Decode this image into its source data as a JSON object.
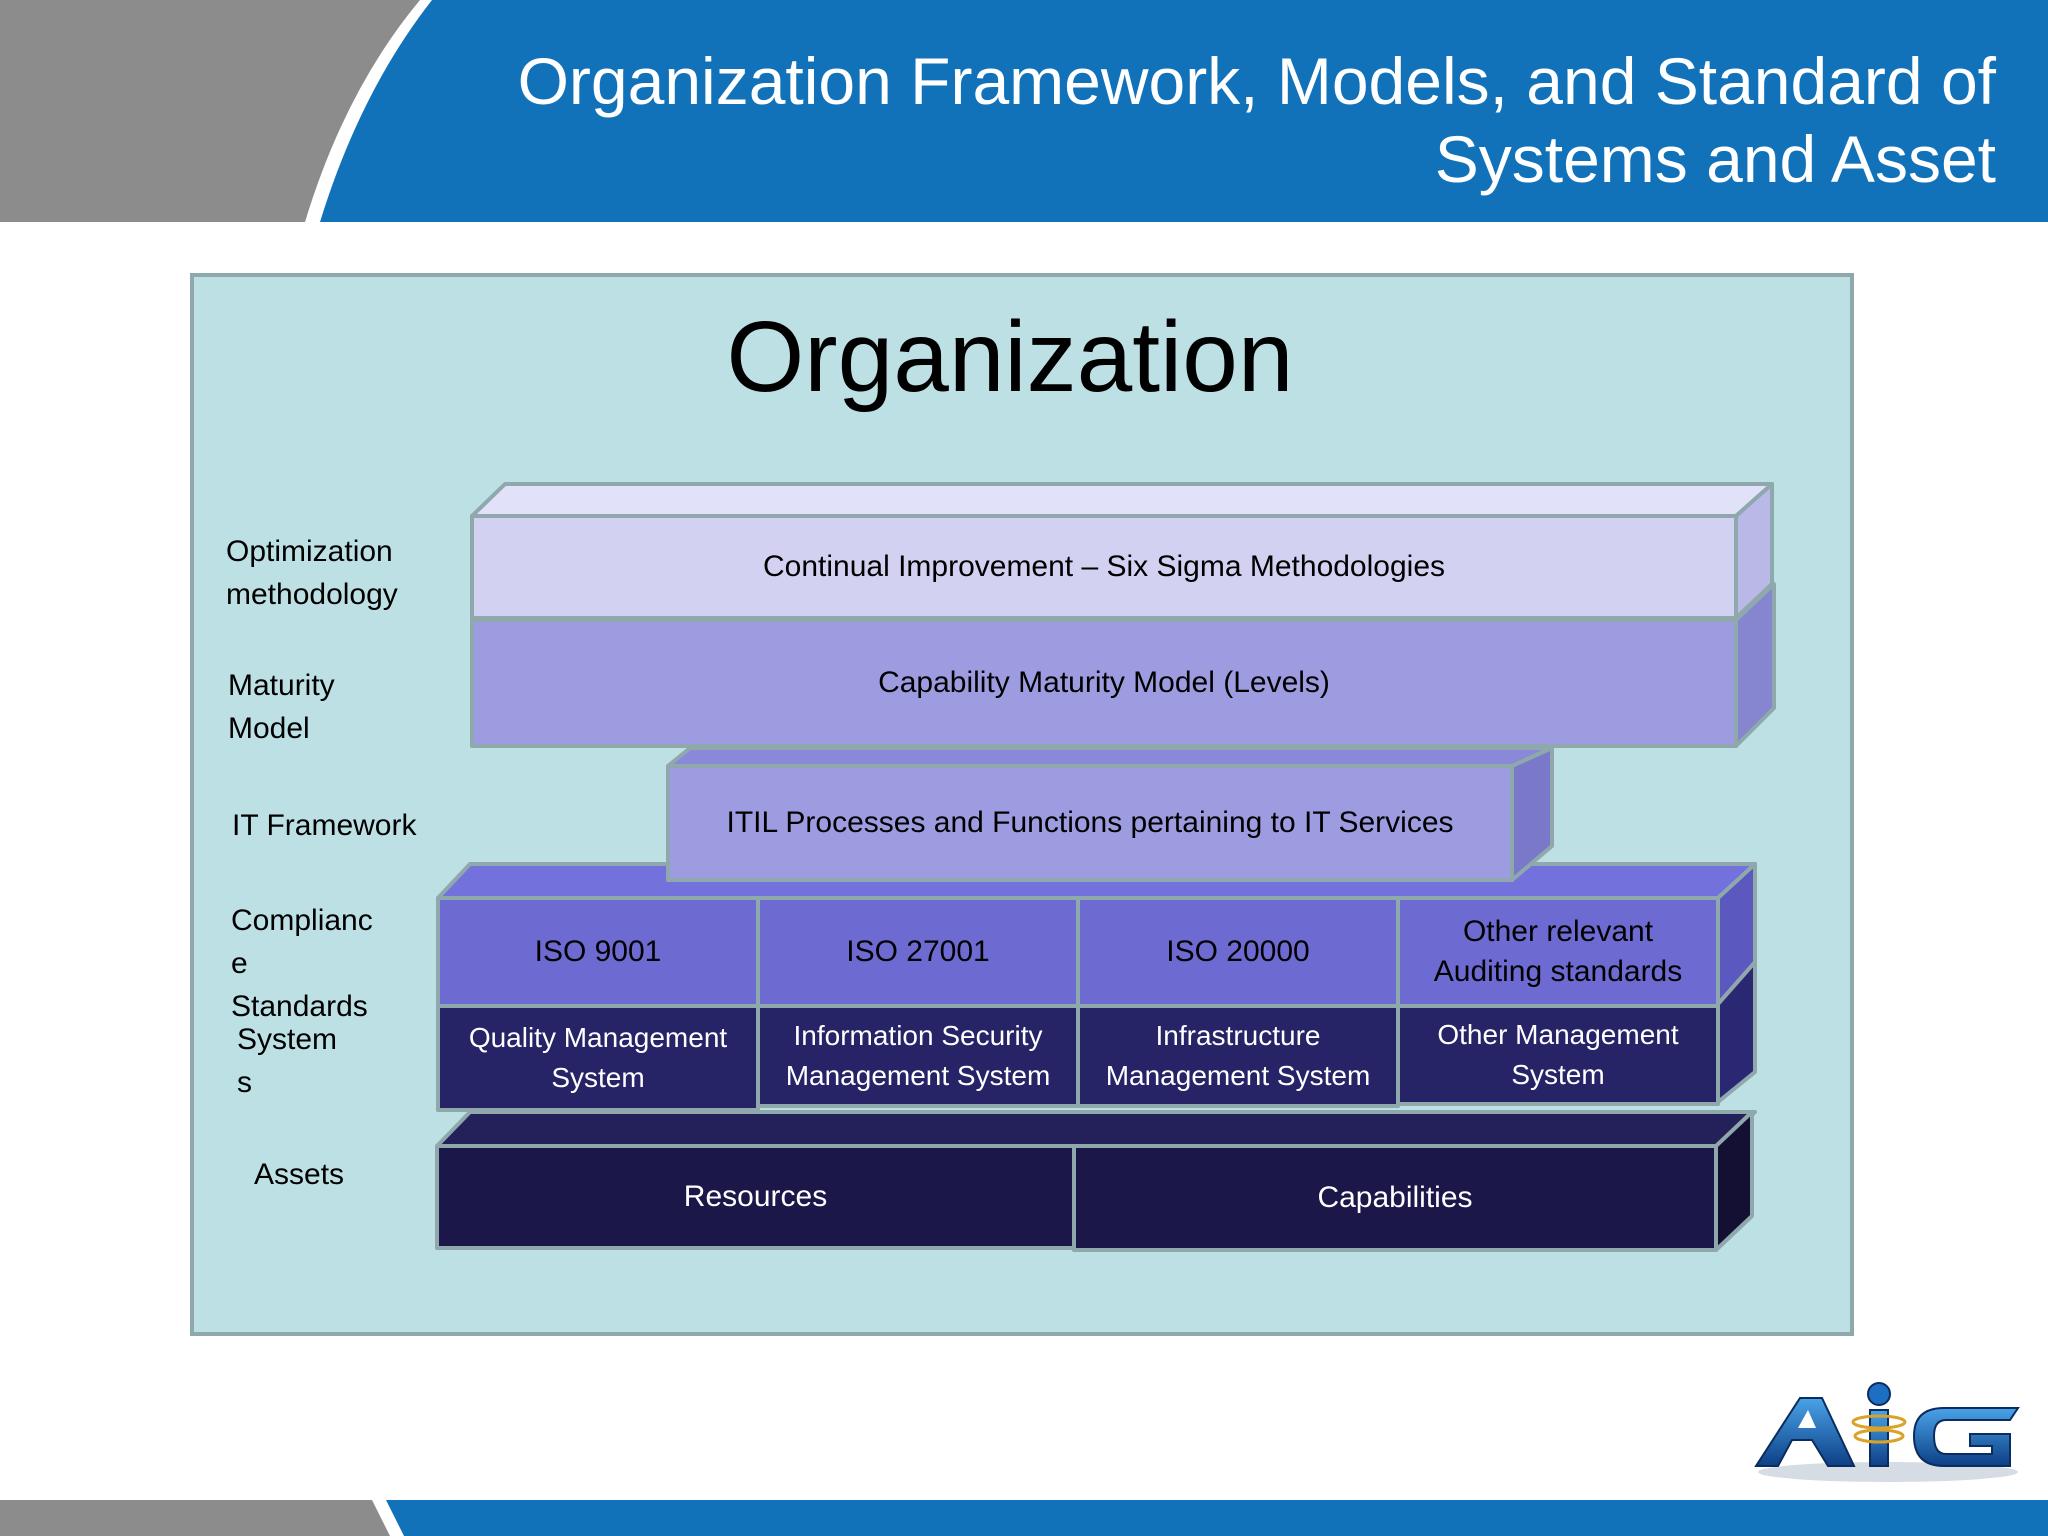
{
  "slide_title": {
    "line1": "Organization Framework, Models, and Standard of",
    "line2": "Systems and Asset"
  },
  "diagram_title": "Organization",
  "layer_labels": {
    "optimization": "Optimization\nmethodology",
    "maturity": "Maturity\nModel",
    "it_framework": "IT Framework",
    "compliance": "Complianc\ne\nStandards",
    "systems": "System\ns",
    "assets": "Assets"
  },
  "layers": {
    "continual_improvement": "Continual Improvement – Six Sigma Methodologies",
    "maturity_model": "Capability Maturity Model (Levels)",
    "itil": "ITIL Processes and Functions pertaining to IT Services",
    "standards": [
      "ISO 9001",
      "ISO 27001",
      "ISO 20000",
      "Other relevant Auditing standards"
    ],
    "systems": [
      "Quality Management System",
      "Information Security Management System",
      "Infrastructure Management System",
      "Other Management System"
    ],
    "assets": [
      "Resources",
      "Capabilities"
    ]
  },
  "logo": {
    "icon": "aig-logo-icon"
  },
  "colors": {
    "banner_blue": "#1272b9",
    "banner_gray": "#8c8c8c",
    "panel": "#bde0e4",
    "layer_top": "#d3d1f1",
    "layer_maturity": "#9d9ce0",
    "layer_standards": "#6d6bd2",
    "layer_systems": "#262467",
    "layer_assets": "#1b1748"
  }
}
